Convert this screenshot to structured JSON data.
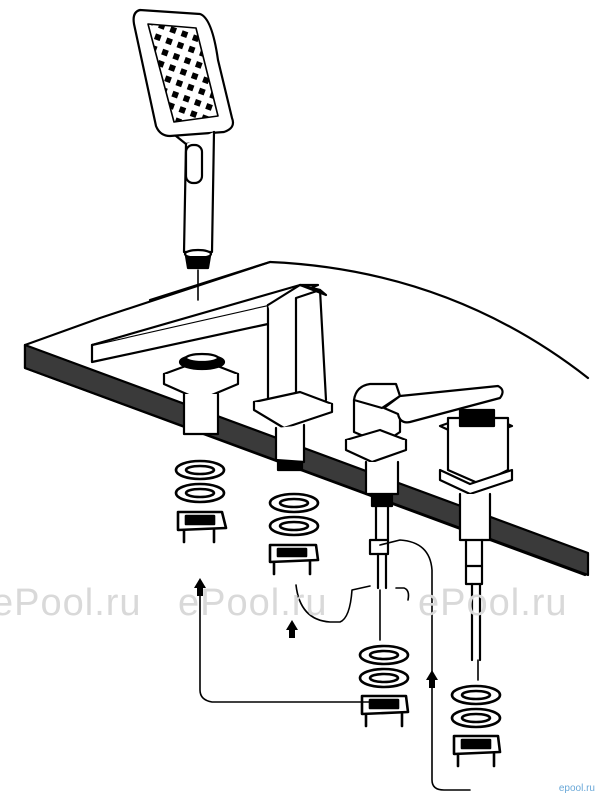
{
  "watermarks": [
    "ePool.ru",
    "ePool.ru",
    "ePool.ru"
  ],
  "brand_mark": "epool.ru",
  "colors": {
    "line": "#000000",
    "deck_fill": "#3a3a3a",
    "watermark": "#d9d9d9",
    "brand": "#6aa8d8"
  }
}
